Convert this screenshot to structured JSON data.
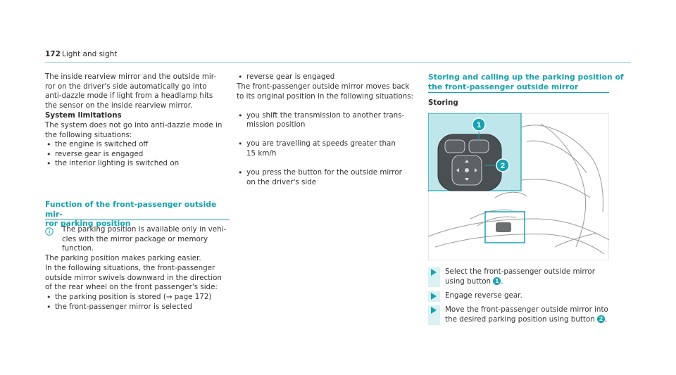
{
  "header": {
    "page_number": "172",
    "section": "Light and sight"
  },
  "col1": {
    "intro": "The inside rearview mirror and the outside mir-\nror on the driver's side automatically go into\nanti-dazzle mode if light from a headlamp hits\nthe sensor on the inside rearview mirror.",
    "limitations_heading": "System limitations",
    "limitations_text": "The system does not go into anti-dazzle mode in\nthe following situations:",
    "limitations_items": [
      "the engine is switched off",
      "reverse gear is engaged",
      "the interior lighting is switched on"
    ],
    "function_heading": "Function of the front-passenger outside mir-\nror parking position",
    "info_icon": "info-icon",
    "info_text": "The parking position is available only in vehi-\ncles with the mirror package or memory\nfunction.",
    "easier_text": "The parking position makes parking easier.",
    "situations_text": "In the following situations, the front-passenger\noutside mirror swivels downward in the direction\nof the rear wheel on the front passenger's side:",
    "situations_items": [
      "the parking position is stored (→ page 172)",
      "the front-passenger mirror is selected"
    ]
  },
  "col2": {
    "item_top": "reverse gear is engaged",
    "return_text": "The front-passenger outside mirror moves back\nto its original position in the following situations:",
    "return_items": [
      "you shift the transmission to another trans-\nmission position",
      "you are travelling at speeds greater than\n15 km/h",
      "you press the button for the outside mirror\non the driver's side"
    ]
  },
  "col3": {
    "heading": "Storing and calling up the parking position of\nthe front-passenger outside mirror",
    "subheading": "Storing",
    "figure": {
      "callout_1": "1",
      "callout_2": "2",
      "accent": "#14a3b0",
      "panel_color": "#bfe6ea"
    },
    "steps": [
      {
        "pre": "Select the front-passenger outside mirror\nusing button ",
        "ref": "1",
        "post": "."
      },
      {
        "pre": "Engage reverse gear.",
        "ref": "",
        "post": ""
      },
      {
        "pre": "Move the front-passenger outside mirror into\nthe desired parking position using button ",
        "ref": "2",
        "post": "."
      }
    ]
  }
}
